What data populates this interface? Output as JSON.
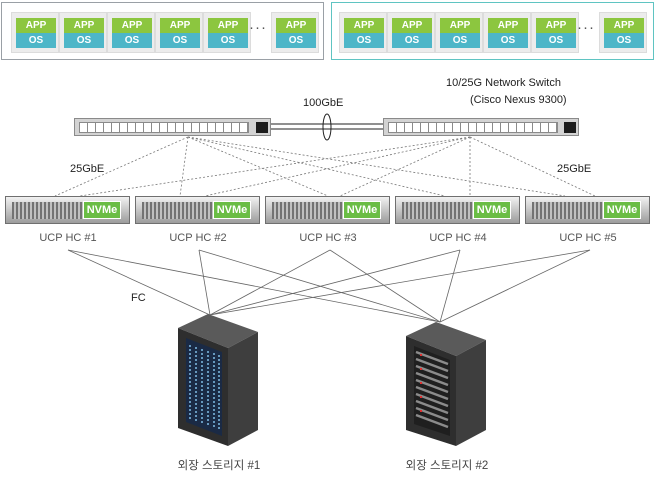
{
  "vm_groups": [
    {
      "vms": [
        {
          "app": "APP",
          "os": "OS"
        },
        {
          "app": "APP",
          "os": "OS"
        },
        {
          "app": "APP",
          "os": "OS"
        },
        {
          "app": "APP",
          "os": "OS"
        },
        {
          "app": "APP",
          "os": "OS"
        },
        {
          "app": "APP",
          "os": "OS"
        }
      ],
      "ellipsis": "···"
    },
    {
      "vms": [
        {
          "app": "APP",
          "os": "OS"
        },
        {
          "app": "APP",
          "os": "OS"
        },
        {
          "app": "APP",
          "os": "OS"
        },
        {
          "app": "APP",
          "os": "OS"
        },
        {
          "app": "APP",
          "os": "OS"
        },
        {
          "app": "APP",
          "os": "OS"
        }
      ],
      "ellipsis": "···"
    }
  ],
  "network": {
    "switch_title_line1": "10/25G Network Switch",
    "switch_title_line2": "(Cisco Nexus 9300)",
    "interconnect_label": "100GbE",
    "left_speed": "25GbE",
    "right_speed": "25GbE"
  },
  "nodes": [
    {
      "label": "UCP HC #1",
      "badge": "NVMe"
    },
    {
      "label": "UCP HC #2",
      "badge": "NVMe"
    },
    {
      "label": "UCP HC #3",
      "badge": "NVMe"
    },
    {
      "label": "UCP HC #4",
      "badge": "NVMe"
    },
    {
      "label": "UCP HC #5",
      "badge": "NVMe"
    }
  ],
  "fc_label": "FC",
  "storage": [
    {
      "label": "외장 스토리지 #1"
    },
    {
      "label": "외장 스토리지 #2"
    }
  ],
  "colors": {
    "app": "#8cc63f",
    "os": "#4db6c8",
    "nvme": "#6abd45",
    "right_group_border": "#5fc4c2"
  }
}
